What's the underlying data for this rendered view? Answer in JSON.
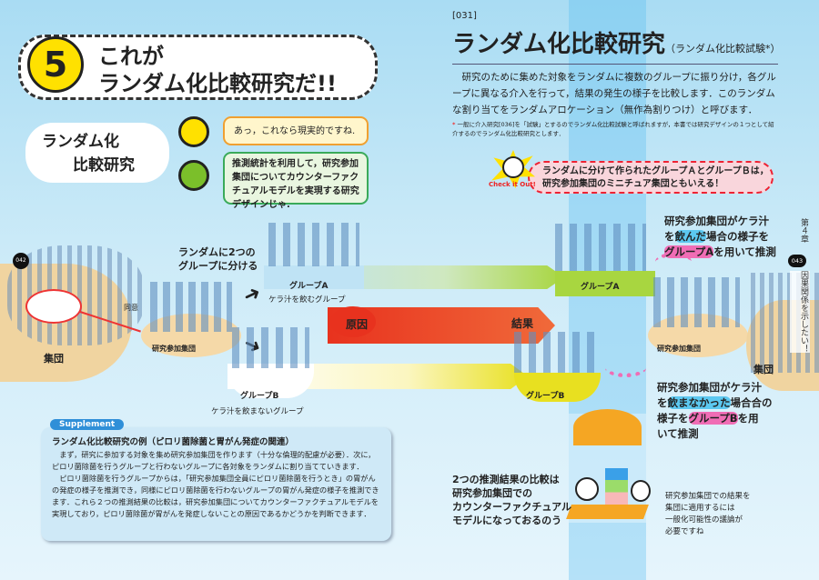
{
  "left_page": {
    "page_number": "042",
    "chapter_number": "5",
    "title_lines": [
      "これが",
      "ランダム化比較研究だ!!"
    ],
    "cloud_label": [
      "ランダム化",
      "比較研究"
    ],
    "dialogue": [
      {
        "speaker_icon": "mascot-face-icon",
        "text": "あっ，これなら現実的ですね."
      },
      {
        "speaker_icon": "professor-face-icon",
        "text": "推測統計を利用して，研究参加集団についてカウンターファクチュアルモデルを実現する研究デザインじゃ."
      }
    ],
    "diagram": {
      "population": "集団",
      "consent": "同意",
      "participants": "研究参加集団",
      "split_label": [
        "ランダムに2つの",
        "グループに分ける"
      ],
      "group_a": "グループA",
      "group_a_desc": "ケラ汁を飲むグループ",
      "group_b": "グループB",
      "group_b_desc": "ケラ汁を飲まないグループ",
      "cause": "原因",
      "effect": "結果"
    },
    "supplement": {
      "tag": "Supplement",
      "heading": "ランダム化比較研究の例（ピロリ菌除菌と胃がん発症の関連）",
      "paragraphs": [
        "まず，研究に参加する対象を集め研究参加集団を作ります（十分な倫理的配慮が必要）．次に，ピロリ菌除菌を行うグループと行わないグループに各対象をランダムに割り当てていきます．",
        "ピロリ菌除菌を行うグループからは，「研究参加集団全員にピロリ菌除菌を行うとき」の胃がんの発症の様子を推測でき，同様にピロリ菌除菌を行わないグループの胃がん発症の様子を推測できます．これら２つの推測結果の比較は，研究参加集団についてカウンターファクチュアルモデルを実現しており，ピロリ菌除菌が胃がんを発症しないことの原因であるかどうかを判断できます．"
      ]
    }
  },
  "right_page": {
    "page_number": "043",
    "chapter_tab": "第４章",
    "chapter_side_title": "因果関係を示したい！",
    "code": "[031]",
    "title": "ランダム化比較研究",
    "subtitle": "（ランダム化比較試験*）",
    "body": "研究のために集めた対象をランダムに複数のグループに振り分け，各グループに異なる介入を行って，結果の発生の様子を比較します．このランダムな割り当てをランダムアロケーション（無作為割りつけ）と呼びます．",
    "footnote": "一般に介入研究[036]を「試験」とするのでランダム化比較試験と呼ばれますが，本書では研究デザインの１つとして紹介するのでランダム化比較研究とします．",
    "footnote_mark": "*",
    "check_badge": "Check it Out!",
    "check_text": [
      "ランダムに分けて作られたグループＡとグループＢは，",
      "研究参加集団のミニチュア集団ともいえる！"
    ],
    "group_a_plate": "グループA",
    "group_b_plate": "グループB",
    "participants": "研究参加集団",
    "population": "集団",
    "infer_a": {
      "pre": "研究参加集団がケラ汁",
      "l2a": "を",
      "hl1": "飲んだ",
      "l2b": "場合の様子を",
      "hl2": "グループA",
      "l3b": "を用いて推測"
    },
    "infer_b": {
      "pre": "研究参加集団がケラ汁",
      "l2a": "を",
      "hl1": "飲まなかった",
      "l2b": "場合合の",
      "l3a": "様子を",
      "hl2": "グループB",
      "l3b": "を用",
      "l4": "いて推測"
    },
    "professor_comment": [
      "2つの推測結果の比較は",
      "研究参加集団での",
      "カウンターファクチュアル",
      "モデルになっておるのう"
    ],
    "assistant_comment": [
      "研究参加集団での結果を",
      "集団に適用するには",
      "一般化可能性の議論が",
      "必要ですね"
    ]
  },
  "colors": {
    "yellow": "#ffe100",
    "red_arrow": "#e8321e",
    "pink": "#f06db5",
    "blue_hl": "#5cc8f0",
    "plate": "#f5d9a8"
  }
}
